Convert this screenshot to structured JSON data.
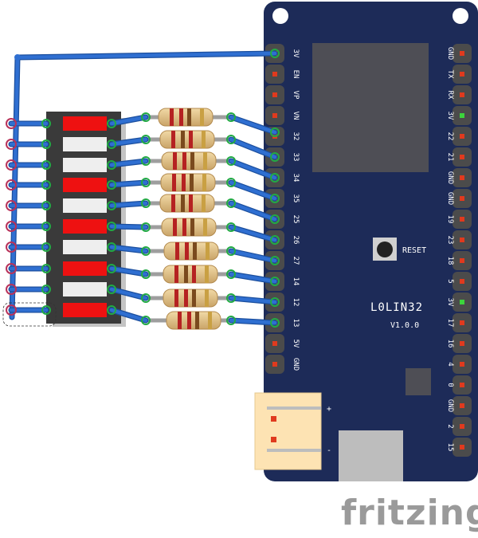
{
  "board": {
    "name": "L0LIN32",
    "version": "V1.0.0",
    "reset_label": "RESET",
    "left_pins": [
      "3V",
      "EN",
      "VP",
      "VN",
      "32",
      "33",
      "34",
      "35",
      "25",
      "26",
      "27",
      "14",
      "12",
      "13",
      "5V",
      "GND"
    ],
    "right_pins": [
      "GND",
      "TX",
      "RX",
      "3V",
      "22",
      "21",
      "GND",
      "GND",
      "19",
      "23",
      "18",
      "5",
      "3V",
      "17",
      "16",
      "4",
      "0",
      "GND",
      "2",
      "15"
    ],
    "colors": {
      "board": "#1d2b58",
      "pin": "#4b4b4b",
      "pad": "#e03a1e",
      "pad_green": "#3cd43c"
    }
  },
  "connector": {
    "plus": "+",
    "minus": "-"
  },
  "led_bar": {
    "segments": [
      "red",
      "white",
      "white",
      "red",
      "white",
      "red",
      "white",
      "red",
      "white",
      "red"
    ],
    "colors": {
      "red": "#ee1111",
      "white": "#eeeeee",
      "body": "#3a3a3a"
    }
  },
  "resistor_count": 10,
  "wire_color": "#2f6fd1",
  "logo": "fritzing"
}
